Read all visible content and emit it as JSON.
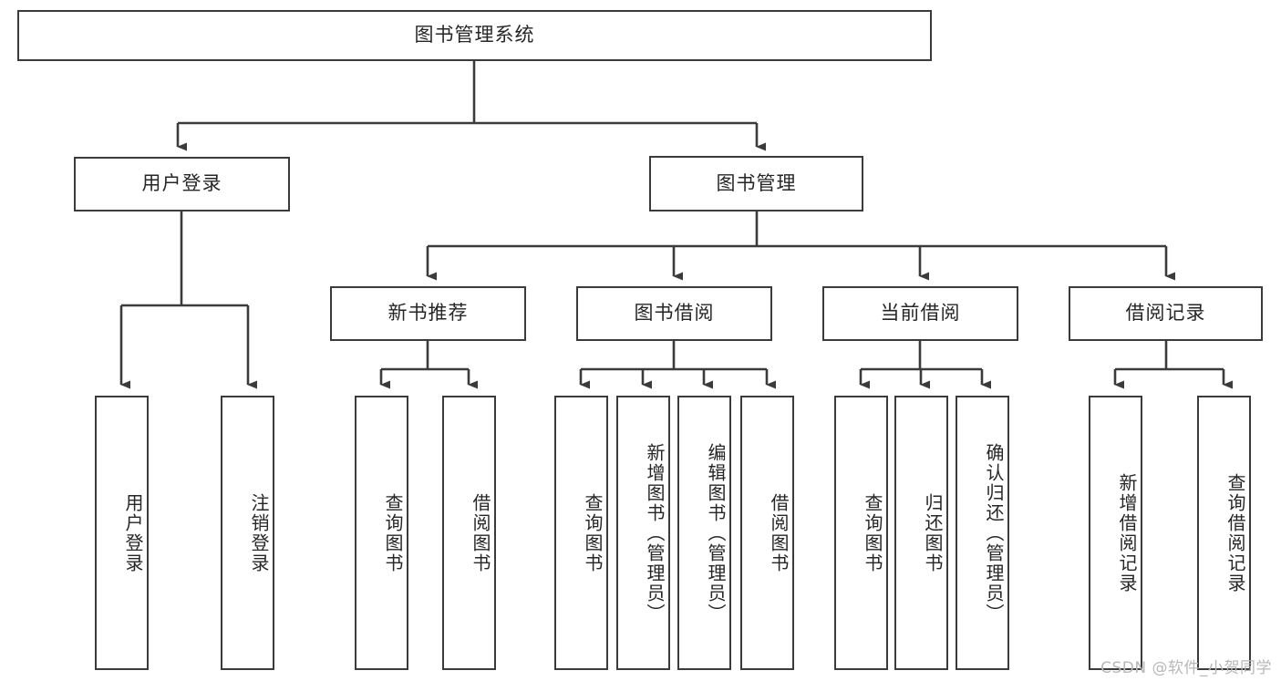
{
  "diagram": {
    "title": "图书管理系统",
    "type": "tree-hierarchy-chart",
    "watermark": "CSDN @软件_小贺同学",
    "colors": {
      "border": "#3b3b3b",
      "background": "#ffffff",
      "text": "#262626",
      "connector": "#3b3b3b",
      "watermark": "#b8b8b8"
    },
    "nodes": {
      "root": {
        "label": "图书管理系统"
      },
      "level1": [
        {
          "label": "用户登录"
        },
        {
          "label": "图书管理"
        }
      ],
      "level2": [
        {
          "label": "新书推荐"
        },
        {
          "label": "图书借阅"
        },
        {
          "label": "当前借阅"
        },
        {
          "label": "借阅记录"
        }
      ],
      "leaves_user_login": [
        {
          "label": "用户登录"
        },
        {
          "label": "注销登录"
        }
      ],
      "leaves_new_book": [
        {
          "label": "查询图书"
        },
        {
          "label": "借阅图书"
        }
      ],
      "leaves_book_borrow": [
        {
          "label": "查询图书"
        },
        {
          "label": "新增图书（管理员）"
        },
        {
          "label": "编辑图书（管理员）"
        },
        {
          "label": "借阅图书"
        }
      ],
      "leaves_current_borrow": [
        {
          "label": "查询图书"
        },
        {
          "label": "归还图书"
        },
        {
          "label": "确认归还（管理员）"
        }
      ],
      "leaves_borrow_record": [
        {
          "label": "新增借阅记录"
        },
        {
          "label": "查询借阅记录"
        }
      ]
    }
  }
}
